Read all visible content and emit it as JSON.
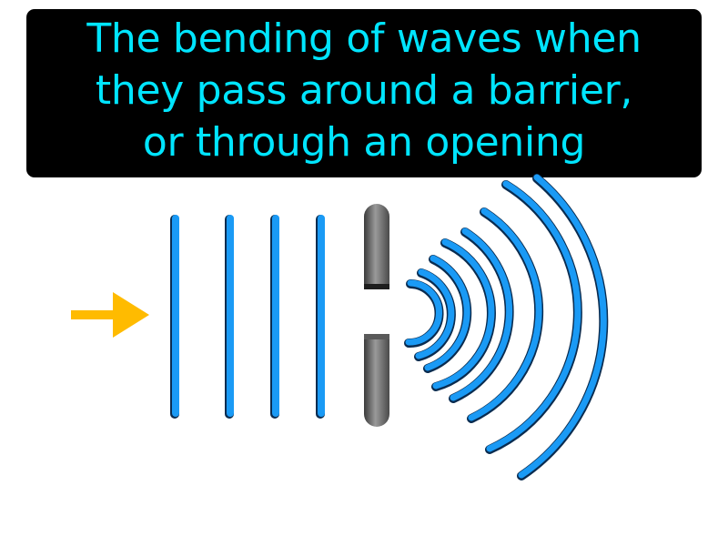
{
  "definition": {
    "lines": [
      "The bending of waves when",
      "they pass around a barrier,",
      "or through an opening"
    ],
    "text_color": "#00e5ff",
    "background_color": "#000000"
  },
  "diagram": {
    "arrow": {
      "icon": "arrow-right-icon",
      "color": "#ffbb00"
    },
    "plane_waves": {
      "count": 4,
      "color": "#1a9af5"
    },
    "barrier": {
      "icon": "barrier-with-gap",
      "color": "#707070"
    },
    "diffracted_waves": {
      "count": 8,
      "color": "#1a9af5"
    }
  }
}
